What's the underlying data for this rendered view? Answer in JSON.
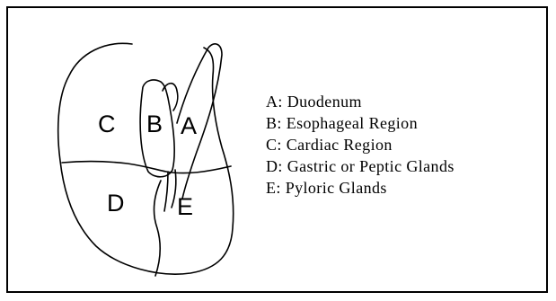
{
  "diagram": {
    "region_labels": {
      "a": "A",
      "b": "B",
      "c": "C",
      "d": "D",
      "e": "E"
    }
  },
  "legend": {
    "items": [
      "A: Duodenum",
      "B: Esophageal Region",
      "C: Cardiac Region",
      "D: Gastric or Peptic Glands",
      "E: Pyloric Glands"
    ]
  },
  "colors": {
    "line": "#000000",
    "background": "#ffffff"
  }
}
